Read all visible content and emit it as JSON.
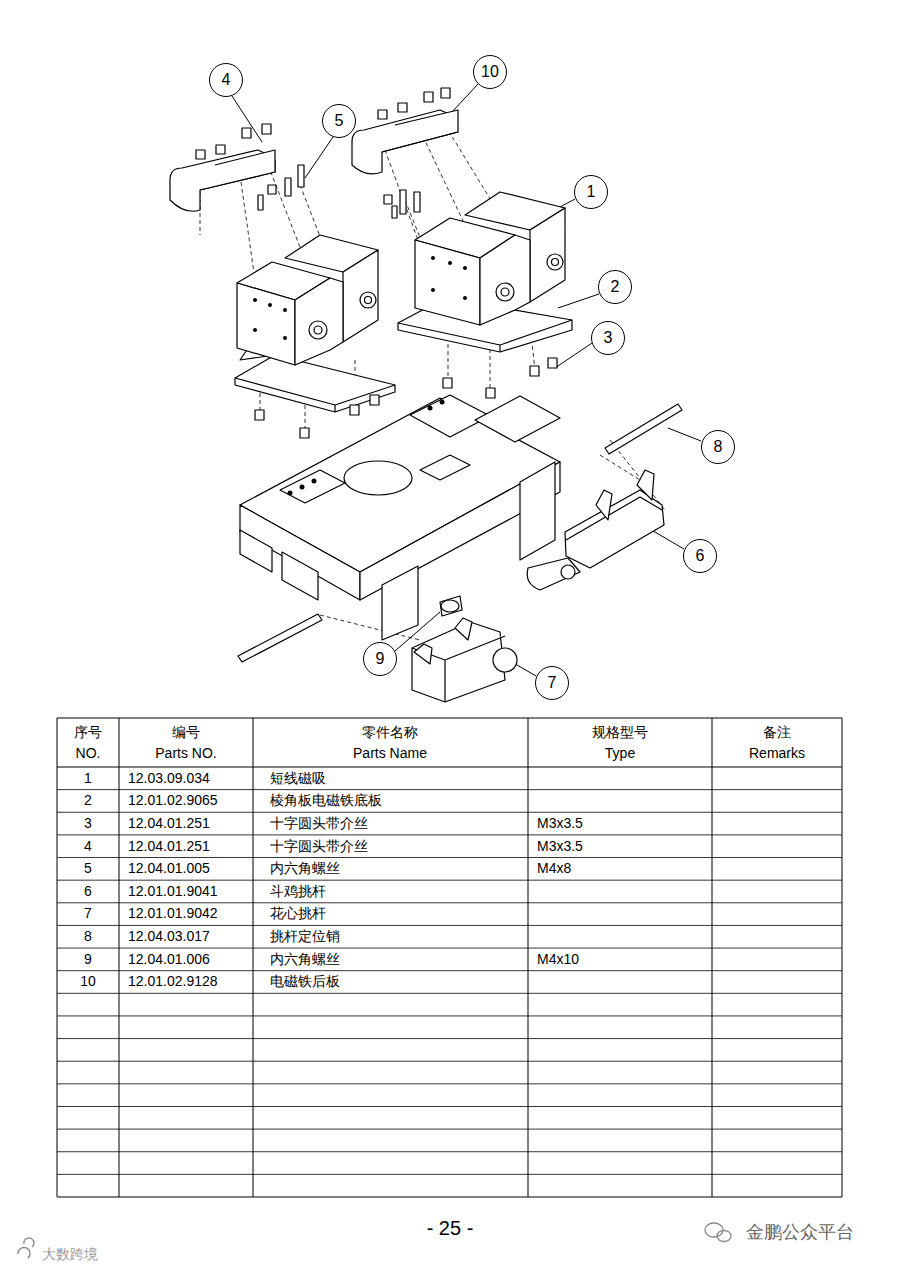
{
  "diagram": {
    "nodes": [
      {
        "text": [
          "4"
        ]
      },
      {
        "text": [
          "5"
        ]
      },
      {
        "text": [
          "10"
        ]
      },
      {
        "text": [
          "1"
        ]
      },
      {
        "text": [
          "2"
        ]
      },
      {
        "text": [
          "3"
        ]
      },
      {
        "text": [
          "8"
        ]
      },
      {
        "text": [
          "6"
        ]
      },
      {
        "text": [
          "9"
        ]
      },
      {
        "text": [
          "7"
        ]
      }
    ],
    "labels": [
      "序号",
      "NO.",
      "编号",
      "Parts NO.",
      "零件名称",
      "Parts Name",
      "规格型号",
      "Type",
      "备注",
      "Remarks",
      "1",
      "12.03.09.034",
      "短线磁吸",
      "2",
      "12.01.02.9065",
      "棱角板电磁铁底板",
      "3",
      "12.04.01.251",
      "十字圆头带介丝",
      "M3x3.5",
      "4",
      "12.04.01.251",
      "十字圆头带介丝",
      "M3x3.5",
      "5",
      "12.04.01.005",
      "内六角螺丝",
      "M4x8",
      "6",
      "12.01.01.9041",
      "斗鸡挑杆",
      "7",
      "12.01.01.9042",
      "花心挑杆",
      "8",
      "12.04.03.017",
      "挑杆定位销",
      "9",
      "12.04.01.006",
      "内六角螺丝",
      "M4x10",
      "10",
      "12.01.02.9128",
      "电磁铁后板",
      "- 25 -",
      "金鹏公众平台",
      "大数跨境"
    ]
  }
}
